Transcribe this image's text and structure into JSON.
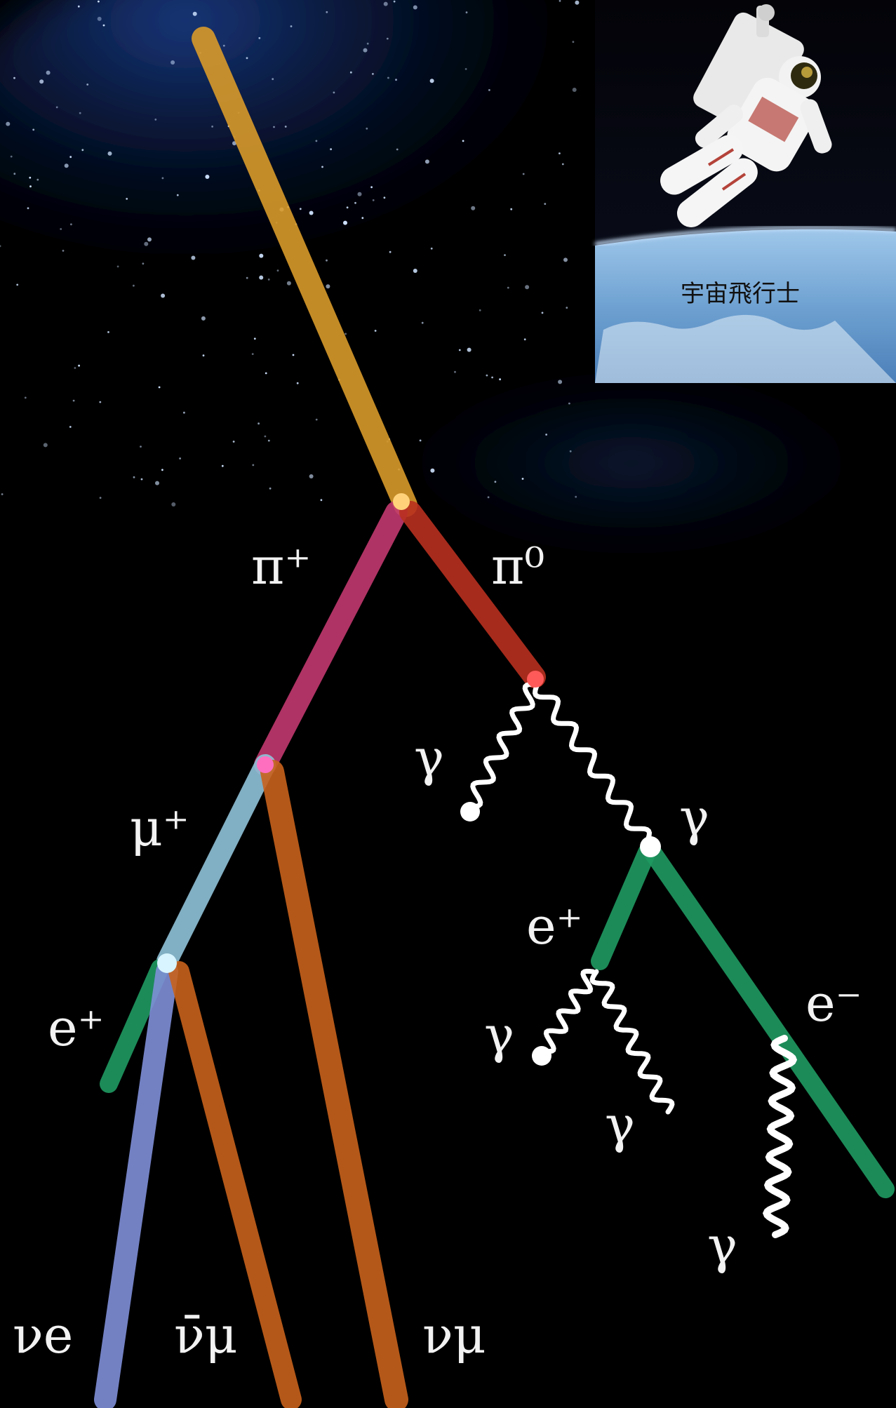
{
  "colors": {
    "primary": "#d89a2a",
    "pi_plus": "#c2386f",
    "pi_zero": "#b8301f",
    "muon": "#8fc2d8",
    "electron": "#1f9a62",
    "nu_e": "#7f8fd8",
    "nu_mu": "#c8621c",
    "photon": "#ffffff"
  },
  "inset": {
    "caption": "宇宙飛行士",
    "icon": "astronaut-photo"
  },
  "labels": {
    "pi_plus": "π⁺",
    "pi_zero": "π⁰",
    "mu_plus": "μ⁺",
    "gamma_1": "γ",
    "gamma_2": "γ",
    "e_plus_1": "e⁺",
    "e_plus_2": "e⁺",
    "e_minus": "e⁻",
    "gamma_3": "γ",
    "gamma_4": "γ",
    "gamma_5": "γ",
    "nu_e": "νe",
    "nu_mu_bar": "ν̄μ",
    "nu_mu": "νμ"
  }
}
